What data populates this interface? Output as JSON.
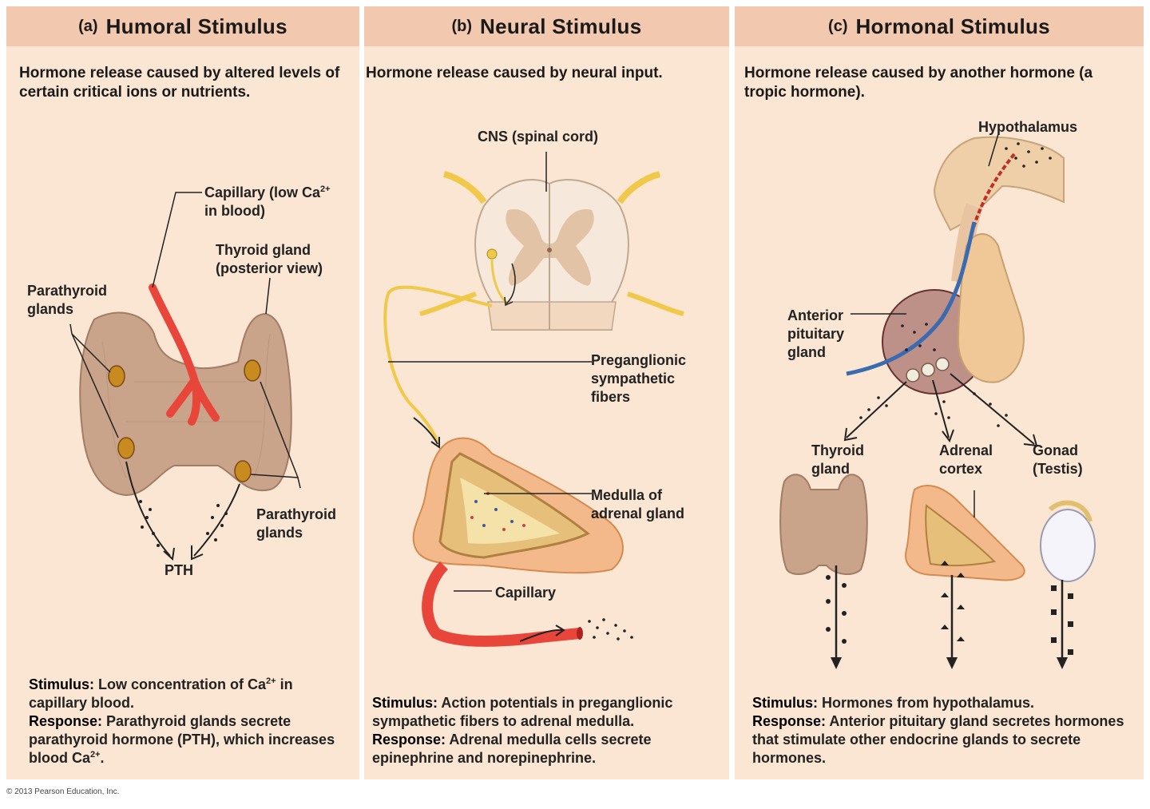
{
  "panels": {
    "a": {
      "letter": "(a)",
      "title": "Humoral Stimulus",
      "description": "Hormone release caused by altered levels of certain critical ions or nutrients.",
      "labels": {
        "capillary_1": "Capillary (low Ca",
        "capillary_sup": "2+",
        "capillary_2": "in blood)",
        "thyroid_1": "Thyroid gland",
        "thyroid_2": "(posterior view)",
        "parathyroid_left_1": "Parathyroid",
        "parathyroid_left_2": "glands",
        "parathyroid_right_1": "Parathyroid",
        "parathyroid_right_2": "glands",
        "pth": "PTH"
      },
      "stimulus_key": "Stimulus:",
      "stimulus_1": " Low concentration of Ca",
      "stimulus_sup": "2+",
      "stimulus_2": " in capillary blood.",
      "response_key": "Response:",
      "response_1": " Parathyroid glands secrete parathyroid hormone (PTH), which increases blood Ca",
      "response_sup": "2+",
      "response_2": "."
    },
    "b": {
      "letter": "(b)",
      "title": "Neural Stimulus",
      "description": "Hormone release caused by neural input.",
      "labels": {
        "cns": "CNS (spinal cord)",
        "preganglionic_1": "Preganglionic",
        "preganglionic_2": "sympathetic",
        "preganglionic_3": "fibers",
        "medulla_1": "Medulla of",
        "medulla_2": "adrenal gland",
        "capillary": "Capillary"
      },
      "stimulus_key": "Stimulus:",
      "stimulus": " Action potentials in preganglionic sympathetic fibers to adrenal medulla.",
      "response_key": "Response:",
      "response": " Adrenal medulla cells secrete epinephrine and norepinephrine."
    },
    "c": {
      "letter": "(c)",
      "title": "Hormonal Stimulus",
      "description": "Hormone release caused by another hormone (a tropic hormone).",
      "labels": {
        "hypothalamus": "Hypothalamus",
        "anterior_1": "Anterior",
        "anterior_2": "pituitary",
        "anterior_3": "gland",
        "thyroid_1": "Thyroid",
        "thyroid_2": "gland",
        "adrenal_1": "Adrenal",
        "adrenal_2": "cortex",
        "gonad_1": "Gonad",
        "gonad_2": "(Testis)"
      },
      "stimulus_key": "Stimulus:",
      "stimulus": " Hormones from hypothalamus.",
      "response_key": "Response:",
      "response": " Anterior pituitary gland secretes hormones that stimulate other endocrine glands to secrete hormones."
    }
  },
  "copyright": "© 2013 Pearson Education, Inc.",
  "colors": {
    "panel_bg": "#fbe6d3",
    "header_bg": "#f2c8ae",
    "gland_tan": "#c9a48a",
    "capillary_red": "#e8463a",
    "nerve_yellow": "#f0c84a",
    "adrenal_orange": "#f3b98a"
  }
}
